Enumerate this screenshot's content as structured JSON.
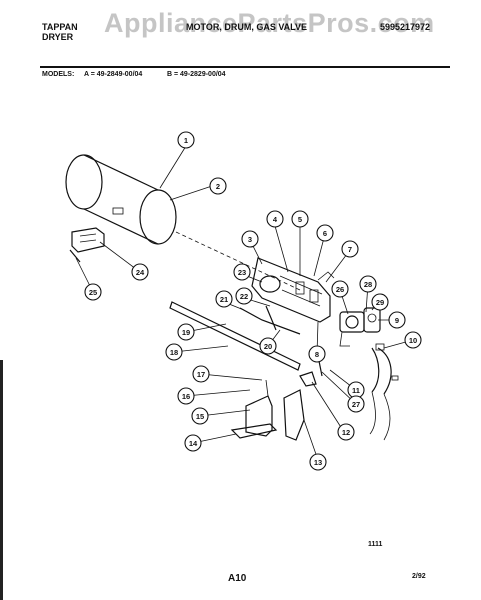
{
  "header": {
    "brand_line1": "TAPPAN",
    "brand_line2": "DRYER",
    "title": "MOTOR, DRUM, GAS VALVE",
    "part_number": "5995217972",
    "watermark": "AppliancePartsPros.com"
  },
  "models": {
    "label": "MODELS:",
    "a": "A = 49-2849-00/04",
    "b": "B = 49-2829-00/04"
  },
  "callouts": [
    "1",
    "2",
    "3",
    "4",
    "5",
    "6",
    "7",
    "8",
    "9",
    "10",
    "11",
    "12",
    "13",
    "14",
    "15",
    "16",
    "17",
    "18",
    "19",
    "20",
    "21",
    "22",
    "23",
    "24",
    "25",
    "26",
    "27",
    "28",
    "29"
  ],
  "footer": {
    "figure_number": "1111",
    "page_ref": "A10",
    "date_code": "2/92"
  }
}
